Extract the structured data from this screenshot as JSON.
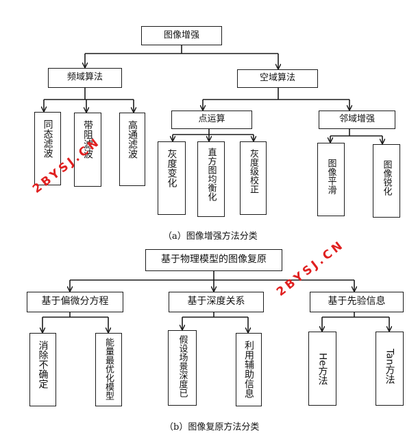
{
  "diagram_a": {
    "root": "图像增强",
    "freq": "频域算法",
    "spatial": "空域算法",
    "point_op": "点运算",
    "neighbor": "邻域增强",
    "freq_leaves": [
      "同态滤波",
      "带阻滤波",
      "高通滤波"
    ],
    "point_leaves": [
      "灰度变化",
      "直方图均衡化",
      "灰度级校正"
    ],
    "neighbor_leaves": [
      "图像平滑",
      "图像锐化"
    ],
    "caption": "（a）图像增强方法分类"
  },
  "diagram_b": {
    "root": "基于物理模型的图像复原",
    "branches": [
      "基于偏微分方程",
      "基于深度关系",
      "基于先验信息"
    ],
    "pde_leaves": [
      "消除不确定",
      "能量最优化模型"
    ],
    "depth_leaves": [
      "假设场景深度已",
      "利用辅助信息"
    ],
    "prior_leaves": [
      "He方法",
      "Tan方法"
    ],
    "caption": "（b）图像复原方法分类"
  },
  "watermarks": [
    "2BYSJ.CN",
    "2BYSJ.CN"
  ]
}
